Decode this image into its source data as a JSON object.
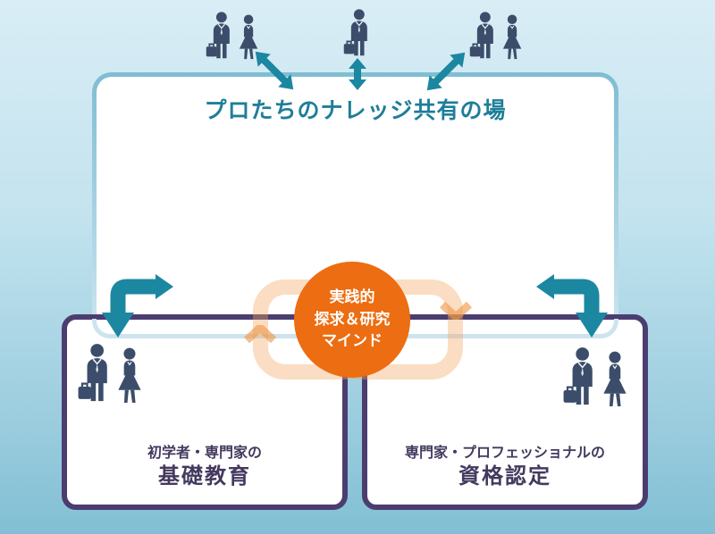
{
  "diagram": {
    "top_box": {
      "title": "プロたちのナレッジ共有の場"
    },
    "center_circle": {
      "line1": "実践的",
      "line2": "探求＆研究",
      "line3": "マインド"
    },
    "bottom_left_box": {
      "subtitle": "初学者・専門家の",
      "title": "基礎教育"
    },
    "bottom_right_box": {
      "subtitle": "専門家・プロフェッショナルの",
      "title": "資格認定"
    }
  },
  "colors": {
    "background_top": "#d9edf5",
    "background_bottom": "#82bfd4",
    "big_box_border_top": "#7fbdd2",
    "big_box_border_bottom": "#cfe6f0",
    "purple_border": "#4c3d70",
    "purple_text": "#44395f",
    "teal_arrow": "#1b87a1",
    "teal_title": "#1e7e99",
    "orange_circle": "#ec6d12",
    "peach_loop": "#f3a65e",
    "people_navy": "#3b4d6a"
  },
  "icons": {
    "top_left_group": "businessman-and-businesswoman",
    "top_center_group": "businessman",
    "top_right_group": "businessman-and-businesswoman",
    "bottom_left_group": "businessman-and-businesswoman",
    "bottom_right_group": "businessman-and-businesswoman"
  }
}
